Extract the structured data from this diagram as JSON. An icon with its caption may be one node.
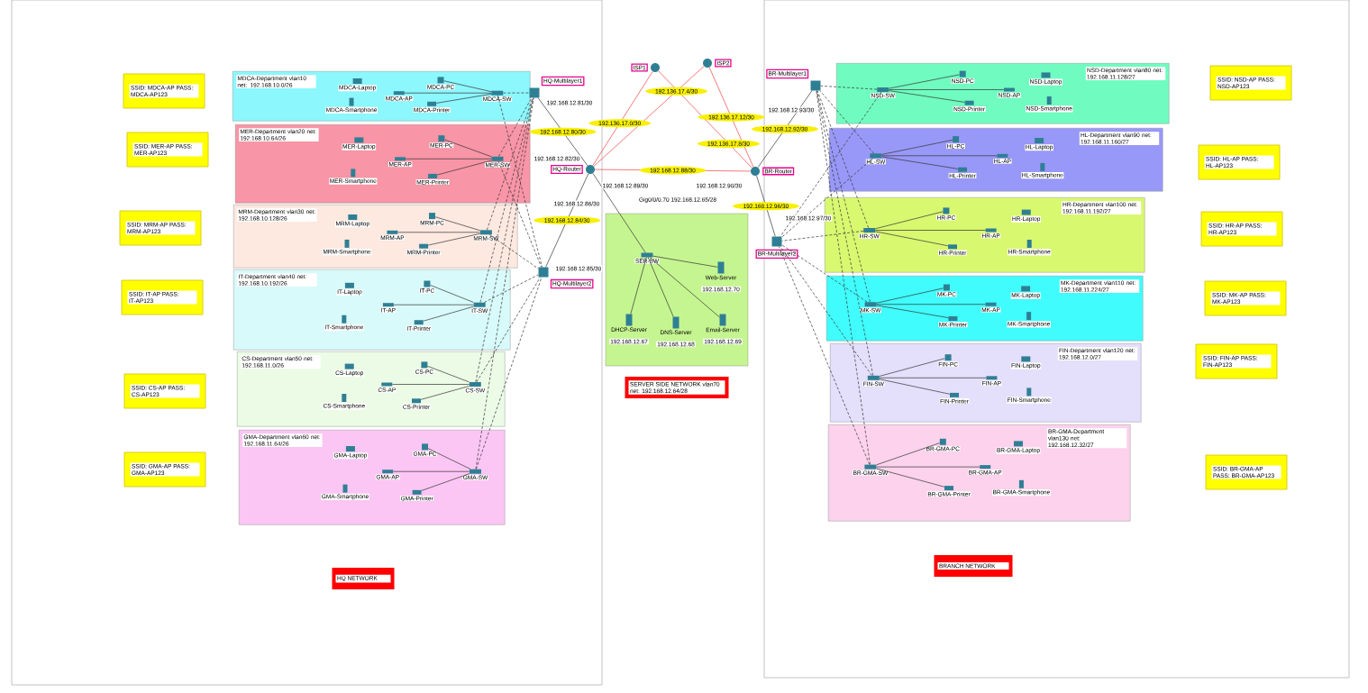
{
  "diagram": {
    "nodes": [
      {
        "text": [
          "MDCA-Department vlan10 net: 192.168.10.0/26"
        ]
      },
      {
        "text": [
          "MDCA-Laptop"
        ],
        "in": 0
      },
      {
        "text": [
          "MDCA-Smartphone"
        ],
        "in": 0
      },
      {
        "text": [
          "MDCA-PC"
        ],
        "in": 0
      },
      {
        "text": [
          "MDCA-AP"
        ],
        "in": 0
      },
      {
        "text": [
          "MDCA-Printer"
        ],
        "in": 0
      },
      {
        "text": [
          "MDCA-SW"
        ],
        "in": 0
      },
      {
        "text": [
          "MER-Department vlan20 net: 192.168.10.64/26"
        ]
      },
      {
        "text": [
          "MER-Laptop"
        ],
        "in": 7
      },
      {
        "text": [
          "MER-Smartphone"
        ],
        "in": 7
      },
      {
        "text": [
          "MER-PC"
        ],
        "in": 7
      },
      {
        "text": [
          "MER-AP"
        ],
        "in": 7
      },
      {
        "text": [
          "MER-Printer"
        ],
        "in": 7
      },
      {
        "text": [
          "MER-SW"
        ],
        "in": 7
      },
      {
        "text": [
          "MRM-Department vlan30 net: 192.168.10.128/26"
        ]
      },
      {
        "text": [
          "MRM-Laptop"
        ],
        "in": 14
      },
      {
        "text": [
          "MRM-Smartphone"
        ],
        "in": 14
      },
      {
        "text": [
          "MRM-PC"
        ],
        "in": 14
      },
      {
        "text": [
          "MRM-AP"
        ],
        "in": 14
      },
      {
        "text": [
          "MRM-Printer"
        ],
        "in": 14
      },
      {
        "text": [
          "MRM-SW"
        ],
        "in": 14
      },
      {
        "text": [
          "IT-Department vlan40 net: 192.168.10.192/26"
        ]
      },
      {
        "text": [
          "IT-Laptop"
        ],
        "in": 21
      },
      {
        "text": [
          "IT-Smartphone"
        ],
        "in": 21
      },
      {
        "text": [
          "IT-PC"
        ],
        "in": 21
      },
      {
        "text": [
          "IT-AP"
        ],
        "in": 21
      },
      {
        "text": [
          "IT-Printer"
        ],
        "in": 21
      },
      {
        "text": [
          "IT-SW"
        ],
        "in": 21
      },
      {
        "text": [
          "CS-Department vlan50 net: 192.168.11.0/26"
        ]
      },
      {
        "text": [
          "CS-Laptop"
        ],
        "in": 28
      },
      {
        "text": [
          "CS-Smartphone"
        ],
        "in": 28
      },
      {
        "text": [
          "CS-PC"
        ],
        "in": 28
      },
      {
        "text": [
          "CS-AP"
        ],
        "in": 28
      },
      {
        "text": [
          "CS-Printer"
        ],
        "in": 28
      },
      {
        "text": [
          "CS-SW"
        ],
        "in": 28
      },
      {
        "text": [
          "GMA-Department vlan60 net: 192.168.11.64/26"
        ]
      },
      {
        "text": [
          "GMA-Laptop"
        ],
        "in": 35
      },
      {
        "text": [
          "GMA-Smartphone"
        ],
        "in": 35
      },
      {
        "text": [
          "GMA-PC"
        ],
        "in": 35
      },
      {
        "text": [
          "GMA-AP"
        ],
        "in": 35
      },
      {
        "text": [
          "GMA-Printer"
        ],
        "in": 35
      },
      {
        "text": [
          "GMA-SW"
        ],
        "in": 35
      },
      {
        "text": [
          "NSD-Department vlan80 net: 192.168.11.128/27"
        ]
      },
      {
        "text": [
          "NSD-Laptop"
        ],
        "in": 42
      },
      {
        "text": [
          "NSD-Smartphone"
        ],
        "in": 42
      },
      {
        "text": [
          "NSD-PC"
        ],
        "in": 42
      },
      {
        "text": [
          "NSD-AP"
        ],
        "in": 42
      },
      {
        "text": [
          "NSD-Printer"
        ],
        "in": 42
      },
      {
        "text": [
          "NSD-SW"
        ],
        "in": 42
      },
      {
        "text": [
          "HL-Department vlan90 net: 192.168.11.160/27"
        ]
      },
      {
        "text": [
          "HL-Laptop"
        ],
        "in": 49
      },
      {
        "text": [
          "HL-Smartphone"
        ],
        "in": 49
      },
      {
        "text": [
          "HL-PC"
        ],
        "in": 49
      },
      {
        "text": [
          "HL-AP"
        ],
        "in": 49
      },
      {
        "text": [
          "HL-Printer"
        ],
        "in": 49
      },
      {
        "text": [
          "HL-SW"
        ],
        "in": 49
      },
      {
        "text": [
          "HR-Department vlan100 net: 192.168.11.192/27"
        ]
      },
      {
        "text": [
          "HR-Laptop"
        ],
        "in": 56
      },
      {
        "text": [
          "HR-Smartphone"
        ],
        "in": 56
      },
      {
        "text": [
          "HR-PC"
        ],
        "in": 56
      },
      {
        "text": [
          "HR-AP"
        ],
        "in": 56
      },
      {
        "text": [
          "HR-Printer"
        ],
        "in": 56
      },
      {
        "text": [
          "HR-SW"
        ],
        "in": 56
      },
      {
        "text": [
          "MK-Department vlan110 net: 192.168.11.224/27"
        ]
      },
      {
        "text": [
          "MK-Laptop"
        ],
        "in": 63
      },
      {
        "text": [
          "MK-Smartphone"
        ],
        "in": 63
      },
      {
        "text": [
          "MK-PC"
        ],
        "in": 63
      },
      {
        "text": [
          "MK-AP"
        ],
        "in": 63
      },
      {
        "text": [
          "MK-Printer"
        ],
        "in": 63
      },
      {
        "text": [
          "MK-SW"
        ],
        "in": 63
      },
      {
        "text": [
          "FIN-Department vlan120 net: 192.168.12.0/27"
        ]
      },
      {
        "text": [
          "FIN-Laptop"
        ],
        "in": 70
      },
      {
        "text": [
          "FIN-Smartphone"
        ],
        "in": 70
      },
      {
        "text": [
          "FIN-PC"
        ],
        "in": 70
      },
      {
        "text": [
          "FIN-AP"
        ],
        "in": 70
      },
      {
        "text": [
          "FIN-Printer"
        ],
        "in": 70
      },
      {
        "text": [
          "FIN-SW"
        ],
        "in": 70
      },
      {
        "text": [
          "BR-GMA-Department vlan130 net: 192.168.12.32/27"
        ]
      },
      {
        "text": [
          "BR-GMA-Laptop"
        ],
        "in": 77
      },
      {
        "text": [
          "BR-GMA-Smartphone"
        ],
        "in": 77
      },
      {
        "text": [
          "BR-GMA-PC"
        ],
        "in": 77
      },
      {
        "text": [
          "BR-GMA-AP"
        ],
        "in": 77
      },
      {
        "text": [
          "BR-GMA-Printer"
        ],
        "in": 77
      },
      {
        "text": [
          "BR-GMA-SW"
        ],
        "in": 77
      },
      {
        "text": [
          "HQ-Multilayer1"
        ]
      },
      {
        "text": [
          "HQ-Multilayer2"
        ]
      },
      {
        "text": [
          "HQ-Router"
        ]
      },
      {
        "text": [
          "ISP1"
        ]
      },
      {
        "text": [
          "ISP2"
        ]
      },
      {
        "text": [
          "BR-Router"
        ]
      },
      {
        "text": [
          "BR-Multilayer1"
        ]
      },
      {
        "text": [
          "BR-Multilayer2"
        ]
      },
      {
        "text": [],
        "shape": "box"
      },
      {
        "text": [
          "SER-SW"
        ],
        "in": 92
      },
      {
        "text": [
          "Web-Server"
        ],
        "beside": [
          "192.168.12.70"
        ],
        "in": 92
      },
      {
        "text": [
          "DHCP-Server"
        ],
        "beside": [
          "192.168.12.67"
        ],
        "in": 92
      },
      {
        "text": [
          "DNS-Server"
        ],
        "beside": [
          "192.168.12.68"
        ],
        "in": 92
      },
      {
        "text": [
          "Email-Server"
        ],
        "beside": [
          "192.168.12.69"
        ],
        "in": 92
      },
      {
        "text": [
          "SSID: MDCA-AP PASS: MDCA-AP123"
        ]
      },
      {
        "text": [
          "SSID: MER-AP PASS: MER-AP123"
        ]
      },
      {
        "text": [
          "SSID: MRM-AP PASS: MRM-AP123"
        ]
      },
      {
        "text": [
          "SSID: IT-AP PASS: IT-AP123"
        ]
      },
      {
        "text": [
          "SSID: CS-AP PASS: CS-AP123"
        ]
      },
      {
        "text": [
          "SSID: GMA-AP PASS: GMA-AP123"
        ]
      },
      {
        "text": [
          "SSID: NSD-AP PASS: NSD-AP123"
        ]
      },
      {
        "text": [
          "SSID: HL-AP PASS: HL-AP123"
        ]
      },
      {
        "text": [
          "SSID: HR-AP PASS: HR-AP123"
        ]
      },
      {
        "text": [
          "SSID: MK-AP PASS: MK-AP123"
        ]
      },
      {
        "text": [
          "SSID: FIN-AP PASS: FIN-AP123"
        ]
      },
      {
        "text": [
          "SSID: BR-GMA-AP PASS: BR-GMA-AP123"
        ]
      },
      {
        "text": [
          "SERVER SIDE NETWORK vlan70 net: 192.168.12.64/28"
        ]
      },
      {
        "text": [
          "HQ NETWORK"
        ]
      },
      {
        "text": [
          "BRANCH NETWORK"
        ]
      }
    ],
    "edges": [
      {
        "from": 3,
        "to": 6,
        "arrow": "none"
      },
      {
        "from": 4,
        "to": 6,
        "arrow": "none"
      },
      {
        "from": 5,
        "to": 6,
        "arrow": "none"
      },
      {
        "from": 6,
        "to": 84,
        "arrow": "none",
        "style": "dashed"
      },
      {
        "from": 6,
        "to": 85,
        "arrow": "none",
        "style": "dashed"
      },
      {
        "from": 10,
        "to": 13,
        "arrow": "none"
      },
      {
        "from": 11,
        "to": 13,
        "arrow": "none"
      },
      {
        "from": 12,
        "to": 13,
        "arrow": "none"
      },
      {
        "from": 13,
        "to": 84,
        "arrow": "none",
        "style": "dashed"
      },
      {
        "from": 13,
        "to": 85,
        "arrow": "none",
        "style": "dashed"
      },
      {
        "from": 17,
        "to": 20,
        "arrow": "none"
      },
      {
        "from": 18,
        "to": 20,
        "arrow": "none"
      },
      {
        "from": 19,
        "to": 20,
        "arrow": "none"
      },
      {
        "from": 20,
        "to": 84,
        "arrow": "none",
        "style": "dashed"
      },
      {
        "from": 20,
        "to": 85,
        "arrow": "none",
        "style": "dashed"
      },
      {
        "from": 24,
        "to": 27,
        "arrow": "none"
      },
      {
        "from": 25,
        "to": 27,
        "arrow": "none"
      },
      {
        "from": 26,
        "to": 27,
        "arrow": "none"
      },
      {
        "from": 27,
        "to": 84,
        "arrow": "none",
        "style": "dashed"
      },
      {
        "from": 27,
        "to": 85,
        "arrow": "none",
        "style": "dashed"
      },
      {
        "from": 31,
        "to": 34,
        "arrow": "none"
      },
      {
        "from": 32,
        "to": 34,
        "arrow": "none"
      },
      {
        "from": 33,
        "to": 34,
        "arrow": "none"
      },
      {
        "from": 34,
        "to": 84,
        "arrow": "none",
        "style": "dashed"
      },
      {
        "from": 34,
        "to": 85,
        "arrow": "none",
        "style": "dashed"
      },
      {
        "from": 38,
        "to": 41,
        "arrow": "none"
      },
      {
        "from": 39,
        "to": 41,
        "arrow": "none"
      },
      {
        "from": 40,
        "to": 41,
        "arrow": "none"
      },
      {
        "from": 41,
        "to": 84,
        "arrow": "none",
        "style": "dashed"
      },
      {
        "from": 41,
        "to": 85,
        "arrow": "none",
        "style": "dashed"
      },
      {
        "from": 45,
        "to": 48,
        "arrow": "none"
      },
      {
        "from": 46,
        "to": 48,
        "arrow": "none"
      },
      {
        "from": 47,
        "to": 48,
        "arrow": "none"
      },
      {
        "from": 48,
        "to": 90,
        "arrow": "none",
        "style": "dashed"
      },
      {
        "from": 48,
        "to": 91,
        "arrow": "none",
        "style": "dashed"
      },
      {
        "from": 52,
        "to": 55,
        "arrow": "none"
      },
      {
        "from": 53,
        "to": 55,
        "arrow": "none"
      },
      {
        "from": 54,
        "to": 55,
        "arrow": "none"
      },
      {
        "from": 55,
        "to": 90,
        "arrow": "none",
        "style": "dashed"
      },
      {
        "from": 55,
        "to": 91,
        "arrow": "none",
        "style": "dashed"
      },
      {
        "from": 59,
        "to": 62,
        "arrow": "none"
      },
      {
        "from": 60,
        "to": 62,
        "arrow": "none"
      },
      {
        "from": 61,
        "to": 62,
        "arrow": "none"
      },
      {
        "from": 62,
        "to": 90,
        "arrow": "none",
        "style": "dashed"
      },
      {
        "from": 62,
        "to": 91,
        "arrow": "none",
        "style": "dashed"
      },
      {
        "from": 66,
        "to": 69,
        "arrow": "none"
      },
      {
        "from": 67,
        "to": 69,
        "arrow": "none"
      },
      {
        "from": 68,
        "to": 69,
        "arrow": "none"
      },
      {
        "from": 69,
        "to": 90,
        "arrow": "none",
        "style": "dashed"
      },
      {
        "from": 69,
        "to": 91,
        "arrow": "none",
        "style": "dashed"
      },
      {
        "from": 73,
        "to": 76,
        "arrow": "none"
      },
      {
        "from": 74,
        "to": 76,
        "arrow": "none"
      },
      {
        "from": 75,
        "to": 76,
        "arrow": "none"
      },
      {
        "from": 76,
        "to": 90,
        "arrow": "none",
        "style": "dashed"
      },
      {
        "from": 76,
        "to": 91,
        "arrow": "none",
        "style": "dashed"
      },
      {
        "from": 80,
        "to": 83,
        "arrow": "none"
      },
      {
        "from": 81,
        "to": 83,
        "arrow": "none"
      },
      {
        "from": 82,
        "to": 83,
        "arrow": "none"
      },
      {
        "from": 83,
        "to": 90,
        "arrow": "none",
        "style": "dashed"
      },
      {
        "from": 83,
        "to": 91,
        "arrow": "none",
        "style": "dashed"
      },
      {
        "from": 84,
        "to": 86,
        "arrow": "none",
        "label": "192.168.12.80/30"
      },
      {
        "from": 85,
        "to": 86,
        "arrow": "none",
        "label": "192.168.12.84/30"
      },
      {
        "from": 86,
        "to": 87,
        "arrow": "none",
        "label": "192.136.17.0/30",
        "color": "#f04040"
      },
      {
        "from": 86,
        "to": 88,
        "arrow": "none",
        "label": "192.136.17.4/30",
        "color": "#f04040"
      },
      {
        "from": 87,
        "to": 89,
        "arrow": "none",
        "label": "192.136.17.8/30",
        "color": "#f04040"
      },
      {
        "from": 88,
        "to": 89,
        "arrow": "none",
        "label": "192.136.17.12/30",
        "color": "#f04040"
      },
      {
        "from": 86,
        "to": 89,
        "arrow": "none",
        "label": "192.168.12.88/30",
        "color": "#f04040"
      },
      {
        "from": 89,
        "to": 90,
        "arrow": "none",
        "label": "192.168.12.92/30"
      },
      {
        "from": 89,
        "to": 91,
        "arrow": "none",
        "label": "192.168.12.96/30"
      },
      {
        "from": 86,
        "to": 93,
        "arrow": "none"
      },
      {
        "from": 93,
        "to": 94,
        "arrow": "none"
      },
      {
        "from": 93,
        "to": 95,
        "arrow": "none"
      },
      {
        "from": 93,
        "to": 96,
        "arrow": "none"
      },
      {
        "from": 93,
        "to": 97,
        "arrow": "none"
      }
    ],
    "labels": [
      "192.168.12.81/30",
      "192.168.12.82/30",
      "192.168.12.85/30",
      "192.168.12.86/30",
      "192.168.12.89/30",
      "192.168.12.90/30",
      "192.168.12.93/30",
      "192.168.12.97/30",
      "Gig0/0/0.70 192.168.12.65/28"
    ]
  }
}
